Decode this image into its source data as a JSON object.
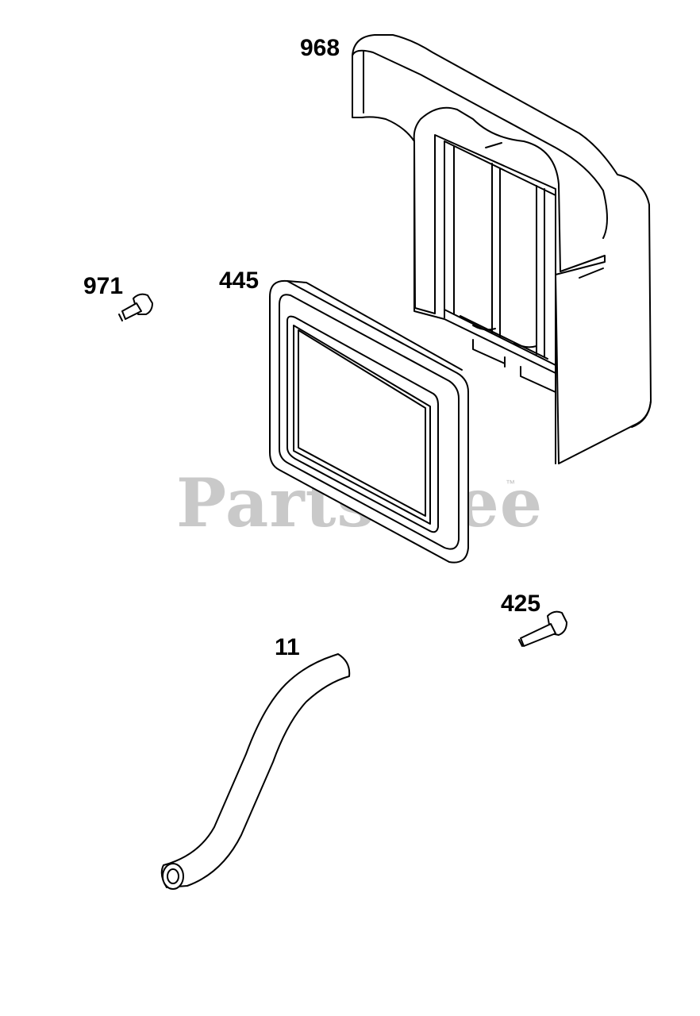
{
  "callouts": {
    "shroud": "968",
    "screw_small": "971",
    "air_filter": "445",
    "bolt": "425",
    "hose": "11"
  },
  "watermark": {
    "text": "PartsTree",
    "tm": "™"
  },
  "colors": {
    "line": "#000000",
    "shade": "#cfcfcf",
    "watermark": "#c9c9c9"
  }
}
